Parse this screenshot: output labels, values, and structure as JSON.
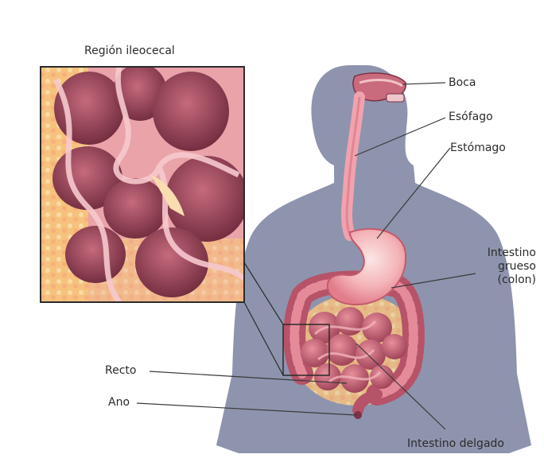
{
  "inset": {
    "title": "Región ileocecal"
  },
  "labels": {
    "mouth": "Boca",
    "esophagus": "Esófago",
    "stomach": "Estómago",
    "large_intestine_line1": "Intestino",
    "large_intestine_line2": "grueso",
    "large_intestine_line3": "(colon)",
    "rectum": "Recto",
    "anus": "Ano",
    "small_intestine": "Intestino delgado"
  },
  "colors": {
    "body_silhouette": "#8e94ad",
    "organ_pink": "#e98a98",
    "organ_dark": "#a14a5c",
    "stomach_highlight": "#f8d8d8",
    "fat_yellow": "#f2d29a",
    "leader_line": "#3a3a3a"
  }
}
